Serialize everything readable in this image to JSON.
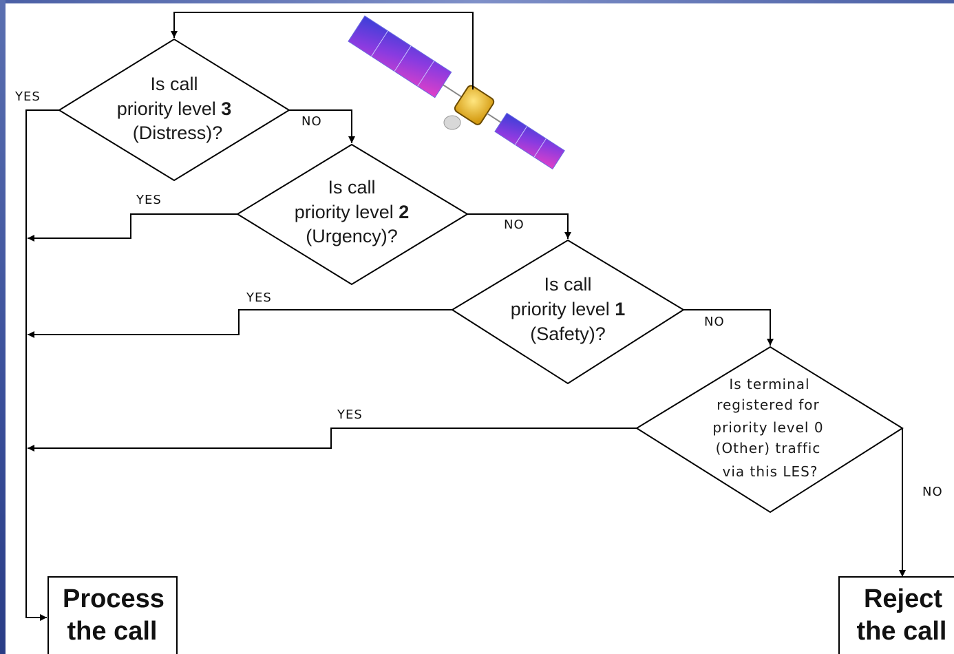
{
  "diagram": {
    "decisions": [
      {
        "lines": [
          "Is call",
          "priority level ",
          "(Distress)?"
        ],
        "level": "3"
      },
      {
        "lines": [
          "Is call",
          "priority level ",
          "(Urgency)?"
        ],
        "level": "2"
      },
      {
        "lines": [
          "Is call",
          "priority level ",
          "(Safety)?"
        ],
        "level": "1"
      },
      {
        "lines": [
          "Is terminal",
          "registered for",
          "priority level 0",
          "(Other) traffic",
          "via this LES?"
        ]
      }
    ],
    "yes_label": "YES",
    "no_label": "NO",
    "process_box": {
      "line1": "Process",
      "line2": "the call"
    },
    "reject_box": {
      "line1": "Reject",
      "line2": "the call"
    },
    "satellite": {
      "icon": "satellite-icon"
    }
  }
}
